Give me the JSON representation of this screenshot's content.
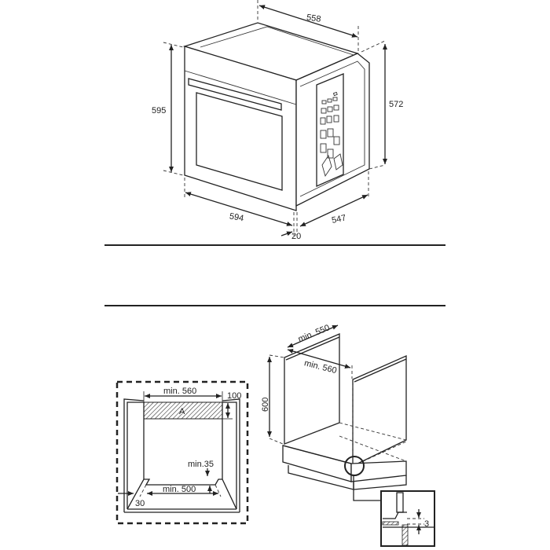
{
  "oven_dimensions": {
    "depth_top": "558",
    "height_front": "595",
    "height_side": "572",
    "width": "594",
    "depth_side": "547",
    "front_offset": "20"
  },
  "installation_front": {
    "width_label": "min. 560",
    "vent_height_label": "100",
    "vent_area_label": "A",
    "gap_label": "min.35",
    "bottom_width_label": "min. 500",
    "side_label": "30"
  },
  "installation_cabinet": {
    "depth_label": "min. 550",
    "width_label": "min. 560",
    "height_label": "600",
    "detail_gap_label": "3"
  },
  "colors": {
    "line": "#222222",
    "background": "#ffffff"
  }
}
